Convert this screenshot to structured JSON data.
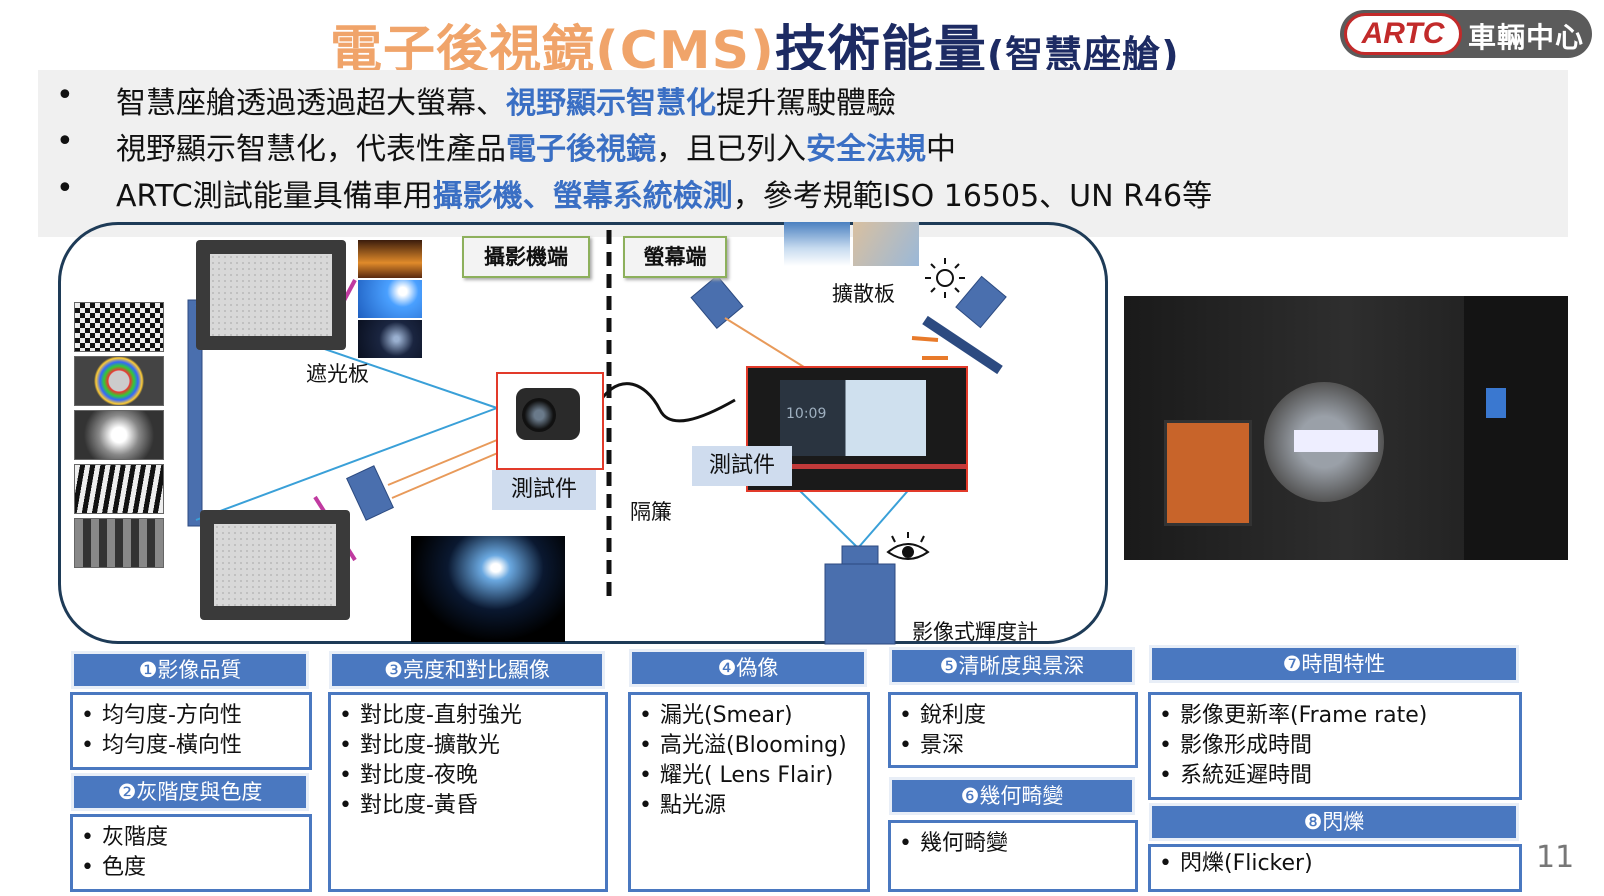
{
  "title": {
    "main_orange": "電子後視鏡(CMS)",
    "main_dark": "技術能量",
    "suffix": "(智慧座艙)"
  },
  "logo": {
    "mark": "ARTC",
    "name": "車輛中心"
  },
  "bullets": [
    {
      "pre": "智慧座艙透過透過超大螢幕、",
      "hl1": "視野顯示智慧化",
      "mid": "提升駕駛體驗",
      "hl2": "",
      "post": ""
    },
    {
      "pre": "視野顯示智慧化，代表性產品",
      "hl1": "電子後視鏡",
      "mid": "，且已列入",
      "hl2": "安全法規",
      "post": "中"
    },
    {
      "pre": "ARTC測試能量具備車用",
      "hl1": "攝影機、螢幕系統檢測",
      "mid": "，參考規範ISO 16505、UN R46等",
      "hl2": "",
      "post": ""
    }
  ],
  "diagram": {
    "camera_side": "攝影機端",
    "screen_side": "螢幕端",
    "shade": "遮光板",
    "dut_camera": "測試件",
    "dut_screen": "測試件",
    "curtain": "隔簾",
    "diffuser": "擴散板",
    "meter": "影像式輝度計",
    "screen_time": "10:09"
  },
  "categories": [
    {
      "head": "❶影像品質",
      "items": [
        "均勻度-方向性",
        "均勻度-橫向性"
      ]
    },
    {
      "head": "❷灰階度與色度",
      "items": [
        "灰階度",
        "色度"
      ]
    },
    {
      "head": "❸亮度和對比顯像",
      "items": [
        "對比度-直射強光",
        "對比度-擴散光",
        "對比度-夜晚",
        "對比度-黃昏"
      ]
    },
    {
      "head": "❹偽像",
      "items": [
        "漏光(Smear)",
        "高光溢(Blooming)",
        "耀光( Lens Flair)",
        "點光源"
      ]
    },
    {
      "head": "❺清晰度與景深",
      "items": [
        "銳利度",
        "景深"
      ]
    },
    {
      "head": "❻幾何畸變",
      "items": [
        "幾何畸變"
      ]
    },
    {
      "head": "❼時間特性",
      "items": [
        "影像更新率(Frame rate)",
        "影像形成時間",
        "系統延遲時間"
      ]
    },
    {
      "head": "❽閃爍",
      "items": [
        "閃爍(Flicker)"
      ]
    }
  ],
  "page_number": "11",
  "colors": {
    "accent_blue": "#3a6fc4",
    "title_orange": "#f0a46a",
    "title_dark": "#1d2b63",
    "box_blue": "#4a78c0"
  }
}
